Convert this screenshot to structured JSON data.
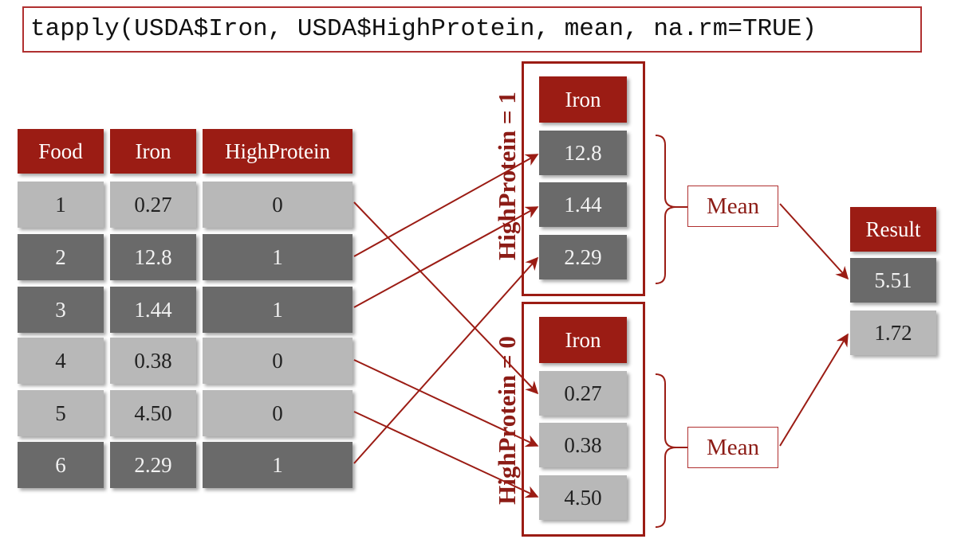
{
  "code": "tapply(USDA$Iron, USDA$HighProtein, mean, na.rm=TRUE)",
  "table": {
    "headers": [
      "Food",
      "Iron",
      "HighProtein"
    ],
    "rows": [
      [
        "1",
        "0.27",
        "0"
      ],
      [
        "2",
        "12.8",
        "1"
      ],
      [
        "3",
        "1.44",
        "1"
      ],
      [
        "4",
        "0.38",
        "0"
      ],
      [
        "5",
        "4.50",
        "0"
      ],
      [
        "6",
        "2.29",
        "1"
      ]
    ]
  },
  "groups": [
    {
      "label": "HighProtein = 1",
      "header": "Iron",
      "values": [
        "12.8",
        "1.44",
        "2.29"
      ],
      "func": "Mean"
    },
    {
      "label": "HighProtein = 0",
      "header": "Iron",
      "values": [
        "0.27",
        "0.38",
        "4.50"
      ],
      "func": "Mean"
    }
  ],
  "result": {
    "header": "Result",
    "values": [
      "5.51",
      "1.72"
    ]
  },
  "colors": {
    "accent": "#9b1c14",
    "light_cell": "#b8b8b8",
    "dark_cell": "#6a6a6a"
  }
}
